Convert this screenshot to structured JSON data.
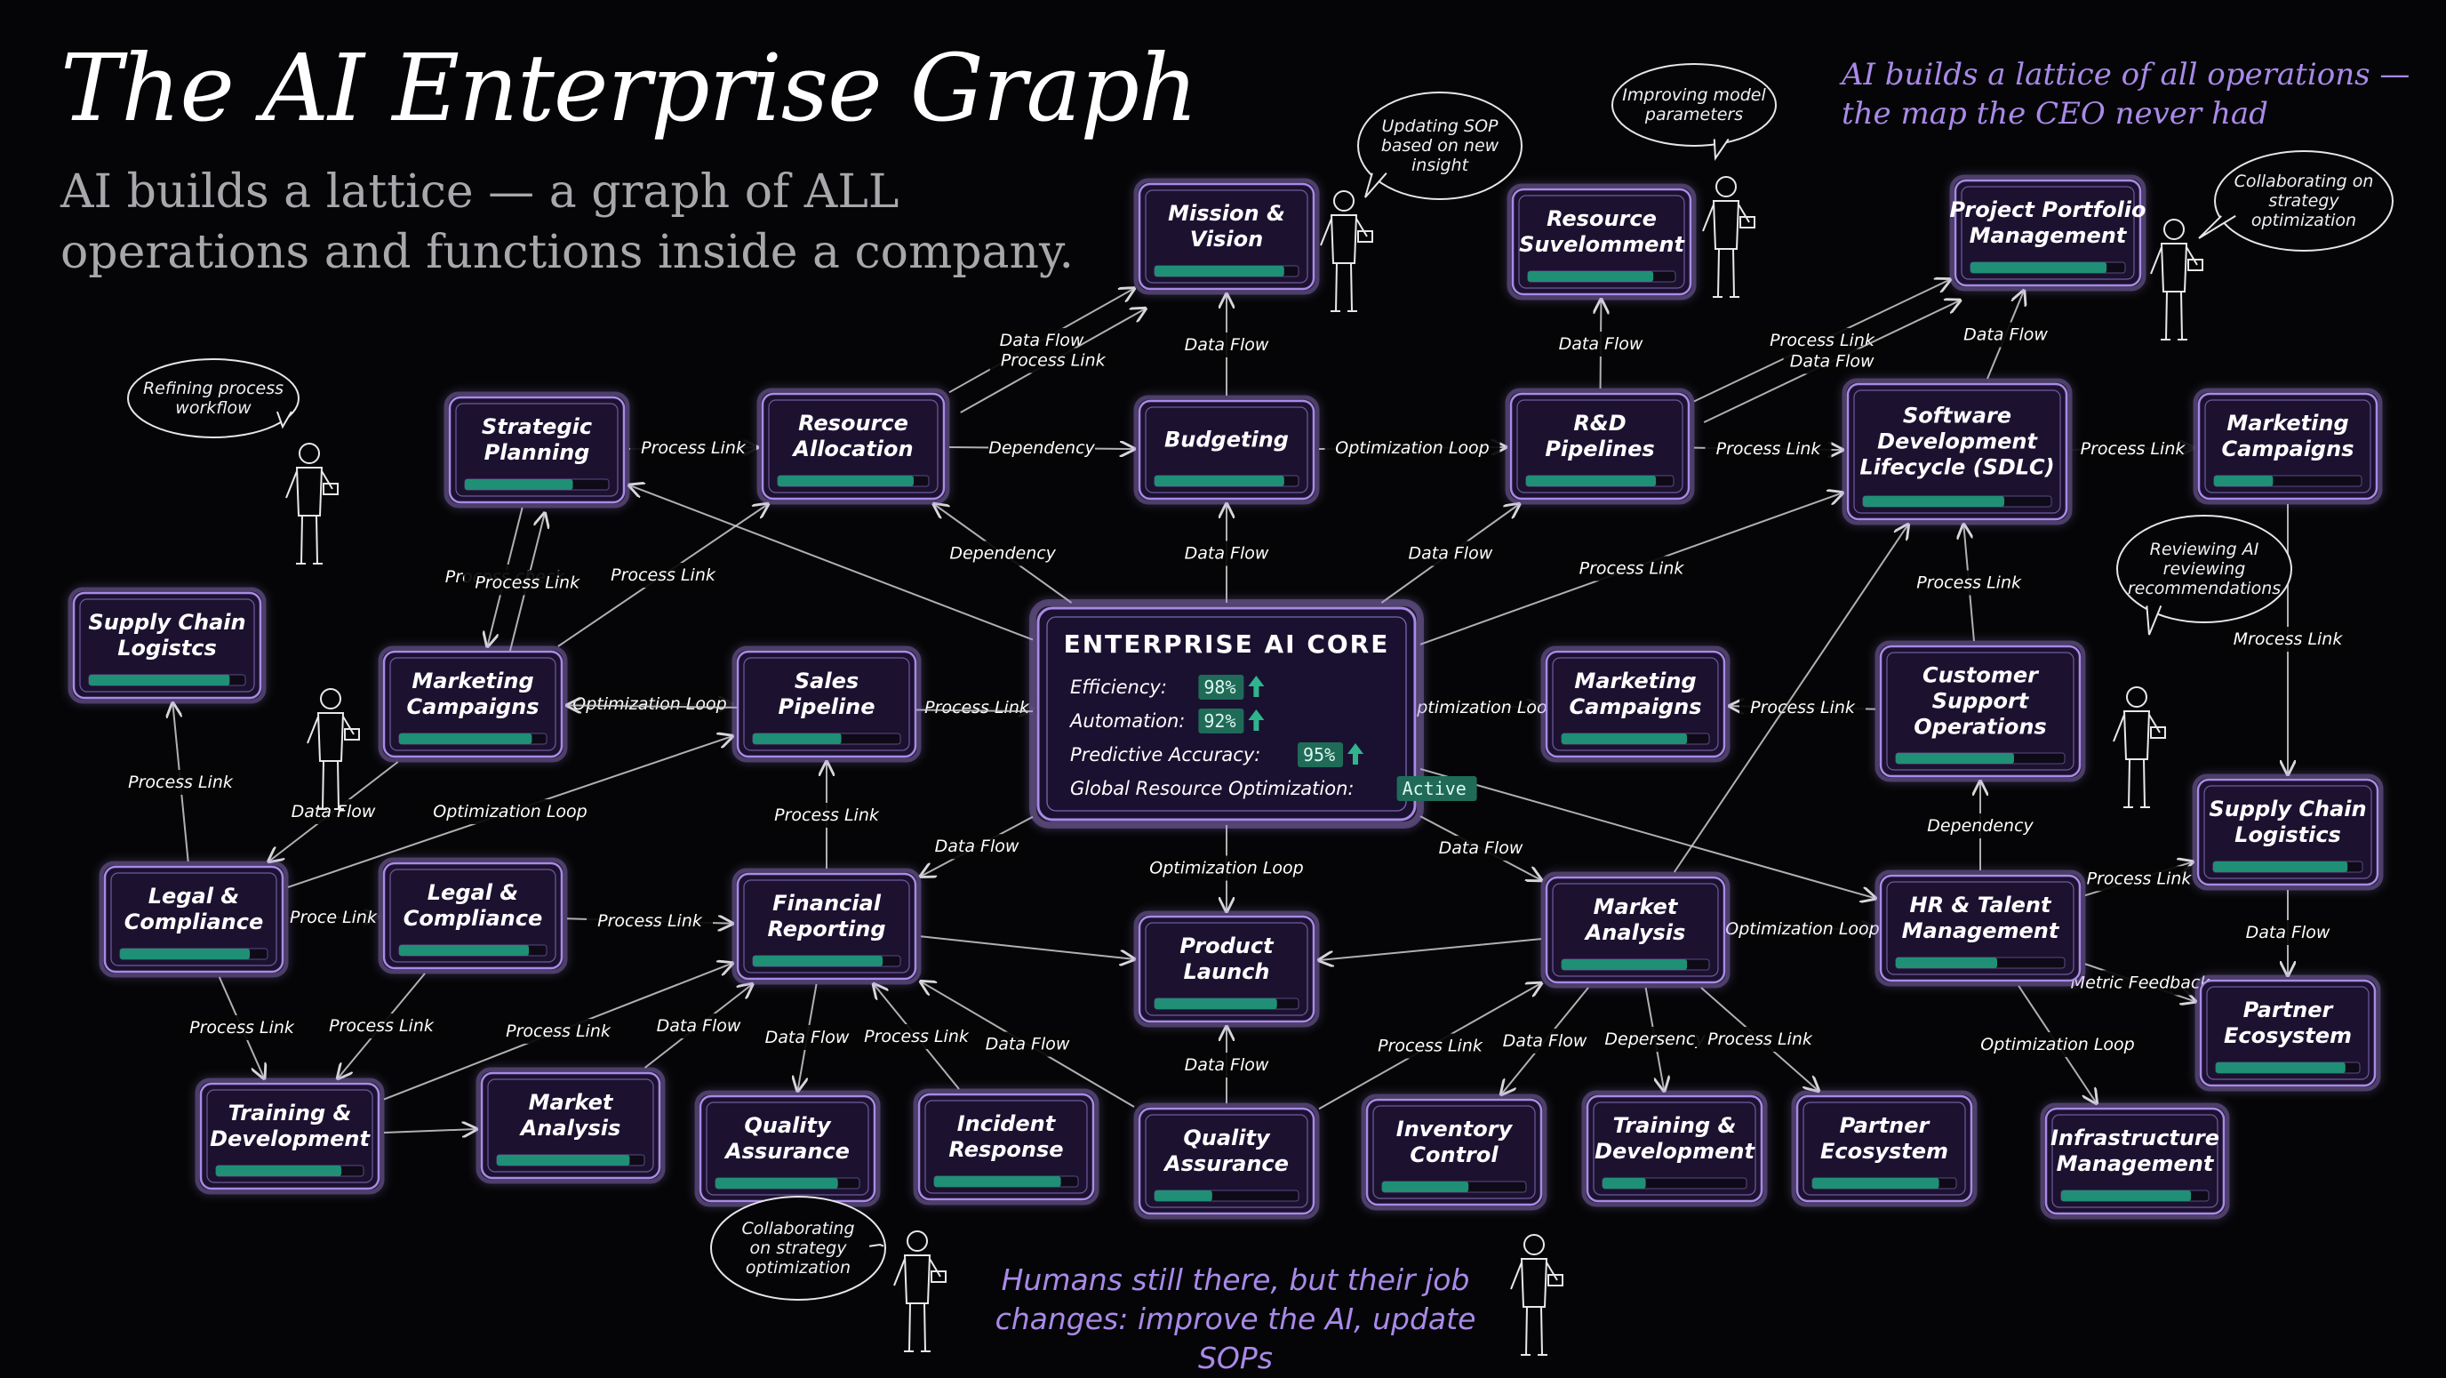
{
  "header": {
    "title": "The AI Enterprise Graph",
    "subtitle": "AI builds a lattice — a graph of ALL operations and functions inside a company."
  },
  "notes": {
    "ceo_map": "AI builds a lattice of all operations — the map the CEO never had",
    "humans": "Humans still there, but their job changes: improve the AI, update SOPs"
  },
  "colors": {
    "background": "#050507",
    "node_fill": "#1c1230",
    "node_border": "#a98ae8",
    "progress": "#1f8f76",
    "accent_purple": "#a98ae8"
  },
  "core": {
    "title": "ENTERPRISE AI CORE",
    "metrics": [
      {
        "label": "Efficiency:",
        "value": "98%",
        "trend": "up-arrow-icon"
      },
      {
        "label": "Automation:",
        "value": "92%",
        "trend": "up-arrow-icon"
      },
      {
        "label": "Predictive Accuracy:",
        "value": "95%",
        "trend": "up-arrow-icon"
      },
      {
        "label": "Global Resource Optimization:",
        "value": "Active"
      }
    ]
  },
  "nodes": [
    {
      "id": "mission",
      "lines": [
        "Mission &",
        "Vision"
      ],
      "progress": 0.9
    },
    {
      "id": "resource_suv",
      "lines": [
        "Resource",
        "Suvelomment"
      ],
      "progress": 0.85
    },
    {
      "id": "ppm",
      "lines": [
        "Project Portfolio",
        "Management"
      ],
      "progress": 0.88
    },
    {
      "id": "strategic",
      "lines": [
        "Strategic",
        "Planning"
      ],
      "progress": 0.75
    },
    {
      "id": "resource_alloc",
      "lines": [
        "Resource",
        "Allocation"
      ],
      "progress": 0.9
    },
    {
      "id": "budgeting",
      "lines": [
        "Budgeting"
      ],
      "progress": 0.9
    },
    {
      "id": "rnd",
      "lines": [
        "R&D",
        "Pipelines"
      ],
      "progress": 0.88
    },
    {
      "id": "sdlc",
      "lines": [
        "Software",
        "Development",
        "Lifecycle (SDLC)"
      ],
      "progress": 0.75
    },
    {
      "id": "mkt_top_right",
      "lines": [
        "Marketing",
        "Campaigns"
      ],
      "progress": 0.4
    },
    {
      "id": "supply_left",
      "lines": [
        "Supply Chain",
        "Logistcs"
      ],
      "progress": 0.9
    },
    {
      "id": "mkt_left",
      "lines": [
        "Marketing",
        "Campaigns"
      ],
      "progress": 0.9
    },
    {
      "id": "sales",
      "lines": [
        "Sales",
        "Pipeline"
      ],
      "progress": 0.6
    },
    {
      "id": "mkt_mid",
      "lines": [
        "Marketing",
        "Campaigns"
      ],
      "progress": 0.85
    },
    {
      "id": "cust_support",
      "lines": [
        "Customer",
        "Support",
        "Operations"
      ],
      "progress": 0.7
    },
    {
      "id": "supply_right",
      "lines": [
        "Supply Chain",
        "Logistics"
      ],
      "progress": 0.9
    },
    {
      "id": "legal_left",
      "lines": [
        "Legal &",
        "Compliance"
      ],
      "progress": 0.88
    },
    {
      "id": "legal_mid",
      "lines": [
        "Legal &",
        "Compliance"
      ],
      "progress": 0.88
    },
    {
      "id": "fin_report",
      "lines": [
        "Financial",
        "Reporting"
      ],
      "progress": 0.88
    },
    {
      "id": "product_launch",
      "lines": [
        "Product",
        "Launch"
      ],
      "progress": 0.85
    },
    {
      "id": "market_analysis_mid",
      "lines": [
        "Market",
        "Analysis"
      ],
      "progress": 0.85
    },
    {
      "id": "hr",
      "lines": [
        "HR & Talent",
        "Management"
      ],
      "progress": 0.6
    },
    {
      "id": "partner_right",
      "lines": [
        "Partner",
        "Ecosystem"
      ],
      "progress": 0.9
    },
    {
      "id": "training_left",
      "lines": [
        "Training &",
        "Development"
      ],
      "progress": 0.85
    },
    {
      "id": "market_analysis_bottom",
      "lines": [
        "Market",
        "Analysis"
      ],
      "progress": 0.9
    },
    {
      "id": "qa_left",
      "lines": [
        "Quality",
        "Assurance"
      ],
      "progress": 0.85
    },
    {
      "id": "incident",
      "lines": [
        "Incident",
        "Response"
      ],
      "progress": 0.88
    },
    {
      "id": "qa_mid",
      "lines": [
        "Quality",
        "Assurance"
      ],
      "progress": 0.4
    },
    {
      "id": "inventory",
      "lines": [
        "Inventory",
        "Control"
      ],
      "progress": 0.6
    },
    {
      "id": "training_mid",
      "lines": [
        "Training &",
        "Development"
      ],
      "progress": 0.3
    },
    {
      "id": "partner_mid",
      "lines": [
        "Partner",
        "Ecosystem"
      ],
      "progress": 0.88
    },
    {
      "id": "infra",
      "lines": [
        "Infrastructure",
        "Management"
      ],
      "progress": 0.88
    }
  ],
  "edges": [
    {
      "from": "resource_alloc",
      "to": "mission",
      "label": "Data Flow"
    },
    {
      "from": "resource_alloc",
      "to": "mission",
      "label": "Process Link"
    },
    {
      "from": "budgeting",
      "to": "mission",
      "label": "Data Flow"
    },
    {
      "from": "rnd",
      "to": "resource_suv",
      "label": "Data Flow"
    },
    {
      "from": "rnd",
      "to": "ppm",
      "label": "Process Link"
    },
    {
      "from": "rnd",
      "to": "ppm",
      "label": "Data Flow"
    },
    {
      "from": "sdlc",
      "to": "ppm",
      "label": "Data Flow"
    },
    {
      "from": "strategic",
      "to": "resource_alloc",
      "label": "Process Link"
    },
    {
      "from": "resource_alloc",
      "to": "budgeting",
      "label": "Dependency"
    },
    {
      "from": "budgeting",
      "to": "rnd",
      "label": "Optimization Loop"
    },
    {
      "from": "rnd",
      "to": "sdlc",
      "label": "Process Link"
    },
    {
      "from": "sdlc",
      "to": "mkt_top_right",
      "label": "Process Link"
    },
    {
      "from": "core",
      "to": "budgeting",
      "label": "Data Flow"
    },
    {
      "from": "core",
      "to": "resource_alloc",
      "label": "Dependency"
    },
    {
      "from": "core",
      "to": "rnd",
      "label": "Data Flow"
    },
    {
      "from": "strategic",
      "to": "mkt_left",
      "label": "Process check"
    },
    {
      "from": "mkt_left",
      "to": "strategic",
      "label": "Process Link"
    },
    {
      "from": "mkt_left",
      "to": "resource_alloc",
      "label": "Process Link"
    },
    {
      "from": "mkt_left",
      "to": "sales",
      "label": "Optimization Loop"
    },
    {
      "from": "sales",
      "to": "core",
      "label": "Process Link"
    },
    {
      "from": "core",
      "to": "mkt_mid",
      "label": "Optimization Loop"
    },
    {
      "from": "cust_support",
      "to": "mkt_mid",
      "label": "Process Link"
    },
    {
      "from": "core",
      "to": "sdlc",
      "label": "Process Link"
    },
    {
      "from": "cust_support",
      "to": "sdlc",
      "label": "Process Link"
    },
    {
      "from": "mkt_top_right",
      "to": "supply_right",
      "label": "Mrocess Link"
    },
    {
      "from": "legal_left",
      "to": "supply_left",
      "label": "Process Link"
    },
    {
      "from": "mkt_left",
      "to": "legal_left",
      "label": "Data Flow"
    },
    {
      "from": "legal_left",
      "to": "sales",
      "label": "Optimization Loop"
    },
    {
      "from": "fin_report",
      "to": "sales",
      "label": "Process Link"
    },
    {
      "from": "core",
      "to": "fin_report",
      "label": "Data Flow"
    },
    {
      "from": "core",
      "to": "market_analysis_mid",
      "label": "Data Flow"
    },
    {
      "from": "legal_left",
      "to": "legal_mid",
      "label": "Proce Link"
    },
    {
      "from": "legal_mid",
      "to": "fin_report",
      "label": "Process Link"
    },
    {
      "from": "core",
      "to": "product_launch",
      "label": "Optimization Loop"
    },
    {
      "from": "market_analysis_mid",
      "to": "hr",
      "label": "Optimization Loop"
    },
    {
      "from": "hr",
      "to": "cust_support",
      "label": "Dependency"
    },
    {
      "from": "hr",
      "to": "supply_right",
      "label": "Process Link"
    },
    {
      "from": "hr",
      "to": "partner_right",
      "label": "Metric Feedback"
    },
    {
      "from": "supply_right",
      "to": "partner_right",
      "label": "Data Flow"
    },
    {
      "from": "hr",
      "to": "infra",
      "label": "Optimization Loop"
    },
    {
      "from": "legal_left",
      "to": "training_left",
      "label": "Process Link"
    },
    {
      "from": "legal_mid",
      "to": "training_left",
      "label": "Process Link"
    },
    {
      "from": "training_left",
      "to": "market_analysis_bottom",
      "label": ""
    },
    {
      "from": "training_left",
      "to": "fin_report",
      "label": "Process Link"
    },
    {
      "from": "market_analysis_bottom",
      "to": "fin_report",
      "label": "Data Flow"
    },
    {
      "from": "fin_report",
      "to": "qa_left",
      "label": "Data Flow"
    },
    {
      "from": "incident",
      "to": "fin_report",
      "label": "Process Link"
    },
    {
      "from": "qa_mid",
      "to": "fin_report",
      "label": "Data Flow"
    },
    {
      "from": "fin_report",
      "to": "product_launch",
      "label": ""
    },
    {
      "from": "qa_mid",
      "to": "product_launch",
      "label": "Data Flow"
    },
    {
      "from": "qa_mid",
      "to": "market_analysis_mid",
      "label": "Process Link"
    },
    {
      "from": "market_analysis_mid",
      "to": "inventory",
      "label": "Data Flow"
    },
    {
      "from": "market_analysis_mid",
      "to": "training_mid",
      "label": "Depersency"
    },
    {
      "from": "market_analysis_mid",
      "to": "partner_mid",
      "label": "Process Link"
    },
    {
      "from": "market_analysis_mid",
      "to": "product_launch",
      "label": ""
    },
    {
      "from": "market_analysis_mid",
      "to": "sdlc",
      "label": ""
    },
    {
      "from": "core",
      "to": "hr",
      "label": ""
    },
    {
      "from": "core",
      "to": "strategic",
      "label": ""
    },
    {
      "from": "core",
      "to": "mkt_left",
      "label": ""
    }
  ],
  "bubbles": [
    {
      "id": "refining",
      "lines": [
        "Refining process",
        "workflow"
      ]
    },
    {
      "id": "updating_sop",
      "lines": [
        "Updating SOP",
        "based on new",
        "insight"
      ]
    },
    {
      "id": "improving",
      "lines": [
        "Improving model",
        "parameters"
      ]
    },
    {
      "id": "collab_top",
      "lines": [
        "Collaborating on",
        "strategy",
        "optimization"
      ]
    },
    {
      "id": "reviewing",
      "lines": [
        "Reviewing AI",
        "reviewing",
        "recommendations"
      ]
    },
    {
      "id": "collab_bottom",
      "lines": [
        "Collaborating",
        "on strategy",
        "optimization"
      ]
    }
  ]
}
